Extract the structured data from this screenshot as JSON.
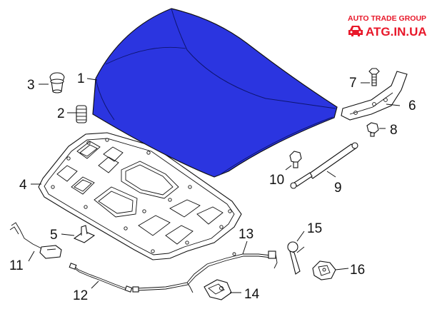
{
  "logo": {
    "tagline": "AUTO TRADE GROUP",
    "name": "ATG.IN.UA",
    "color": "#e8182a",
    "icon": "car-front-icon"
  },
  "hood_color": "#2b35e0",
  "callouts": [
    {
      "id": "1",
      "label": "1"
    },
    {
      "id": "2",
      "label": "2"
    },
    {
      "id": "3",
      "label": "3"
    },
    {
      "id": "4",
      "label": "4"
    },
    {
      "id": "5",
      "label": "5"
    },
    {
      "id": "6",
      "label": "6"
    },
    {
      "id": "7",
      "label": "7"
    },
    {
      "id": "8",
      "label": "8"
    },
    {
      "id": "9",
      "label": "9"
    },
    {
      "id": "10",
      "label": "10"
    },
    {
      "id": "11",
      "label": "11"
    },
    {
      "id": "12",
      "label": "12"
    },
    {
      "id": "13",
      "label": "13"
    },
    {
      "id": "14",
      "label": "14"
    },
    {
      "id": "15",
      "label": "15"
    },
    {
      "id": "16",
      "label": "16"
    }
  ]
}
